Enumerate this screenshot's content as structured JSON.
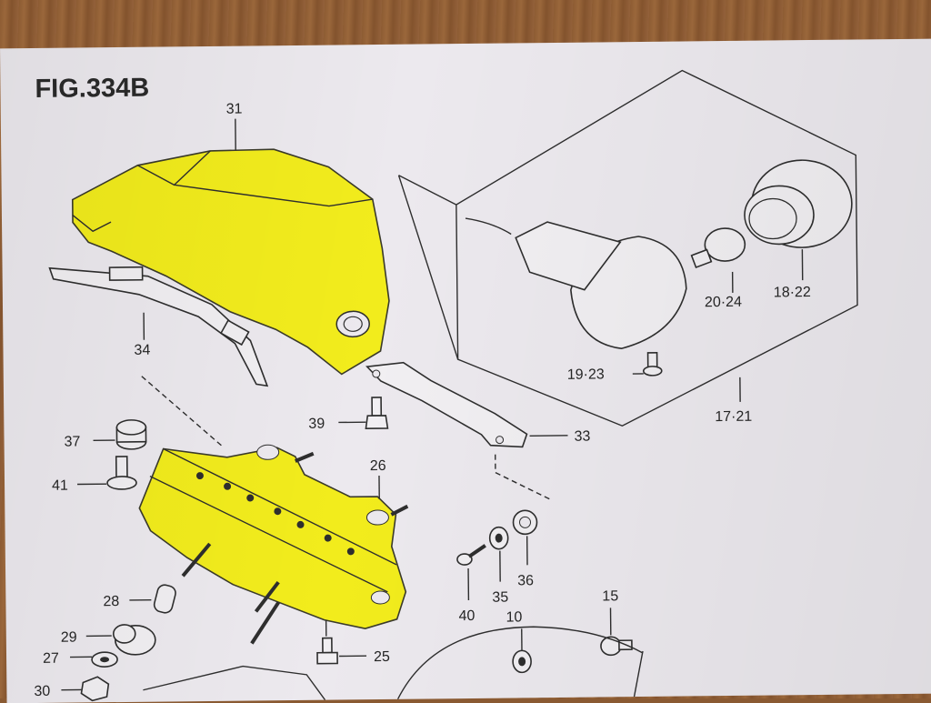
{
  "figure": {
    "title": "FIG.334B"
  },
  "labels": {
    "p31": "31",
    "p34": "34",
    "p37": "37",
    "p41": "41",
    "p39": "39",
    "p26": "26",
    "p33": "33",
    "p28": "28",
    "p29": "29",
    "p27": "27",
    "p30": "30",
    "p25": "25",
    "p40": "40",
    "p35": "35",
    "p36": "36",
    "p10": "10",
    "p15": "15",
    "p19_23": "19·23",
    "p20_24": "20·24",
    "p18_22": "18·22",
    "p17_21": "17·21"
  },
  "colors": {
    "highlight": "#f2ec1c",
    "paper": "#ece9ee",
    "line": "#2e2e2e",
    "wood": "#8a5a32"
  }
}
